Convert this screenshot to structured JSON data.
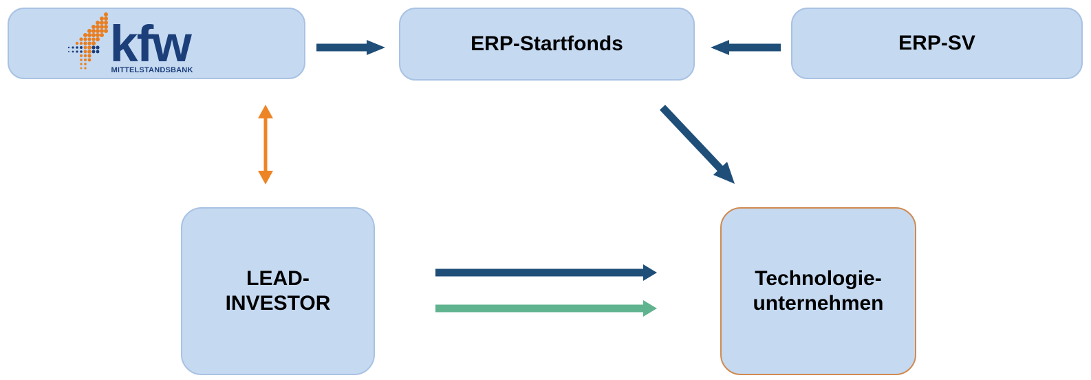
{
  "nodes": {
    "kfw": {
      "logo_text": "kfw",
      "logo_subtitle": "MITTELSTANDSBANK"
    },
    "startfonds": {
      "label": "ERP-Startfonds"
    },
    "erp_sv": {
      "label": "ERP-SV"
    },
    "lead_investor": {
      "label": "LEAD-\nINVESTOR"
    },
    "technologie": {
      "label": "Technologie-\nunternehmen"
    }
  },
  "colors": {
    "box_fill": "#c5d9f1",
    "box_border": "#a9c2e3",
    "highlight_border": "#d08a4f",
    "arrow_dark_blue": "#1f4e79",
    "arrow_orange": "#ed8526",
    "arrow_green": "#5fb38e",
    "logo_blue": "#1c3f7a",
    "logo_orange": "#e87e21"
  },
  "edges": [
    {
      "from": "kfw",
      "to": "startfonds",
      "color": "arrow_dark_blue",
      "style": "single"
    },
    {
      "from": "erp_sv",
      "to": "startfonds",
      "color": "arrow_dark_blue",
      "style": "single"
    },
    {
      "from": "startfonds",
      "to": "technologie",
      "color": "arrow_dark_blue",
      "style": "single"
    },
    {
      "from": "kfw",
      "to": "lead_investor",
      "color": "arrow_orange",
      "style": "double"
    },
    {
      "from": "lead_investor",
      "to": "technologie",
      "color": "arrow_dark_blue",
      "style": "single"
    },
    {
      "from": "lead_investor",
      "to": "technologie",
      "color": "arrow_green",
      "style": "single"
    }
  ]
}
